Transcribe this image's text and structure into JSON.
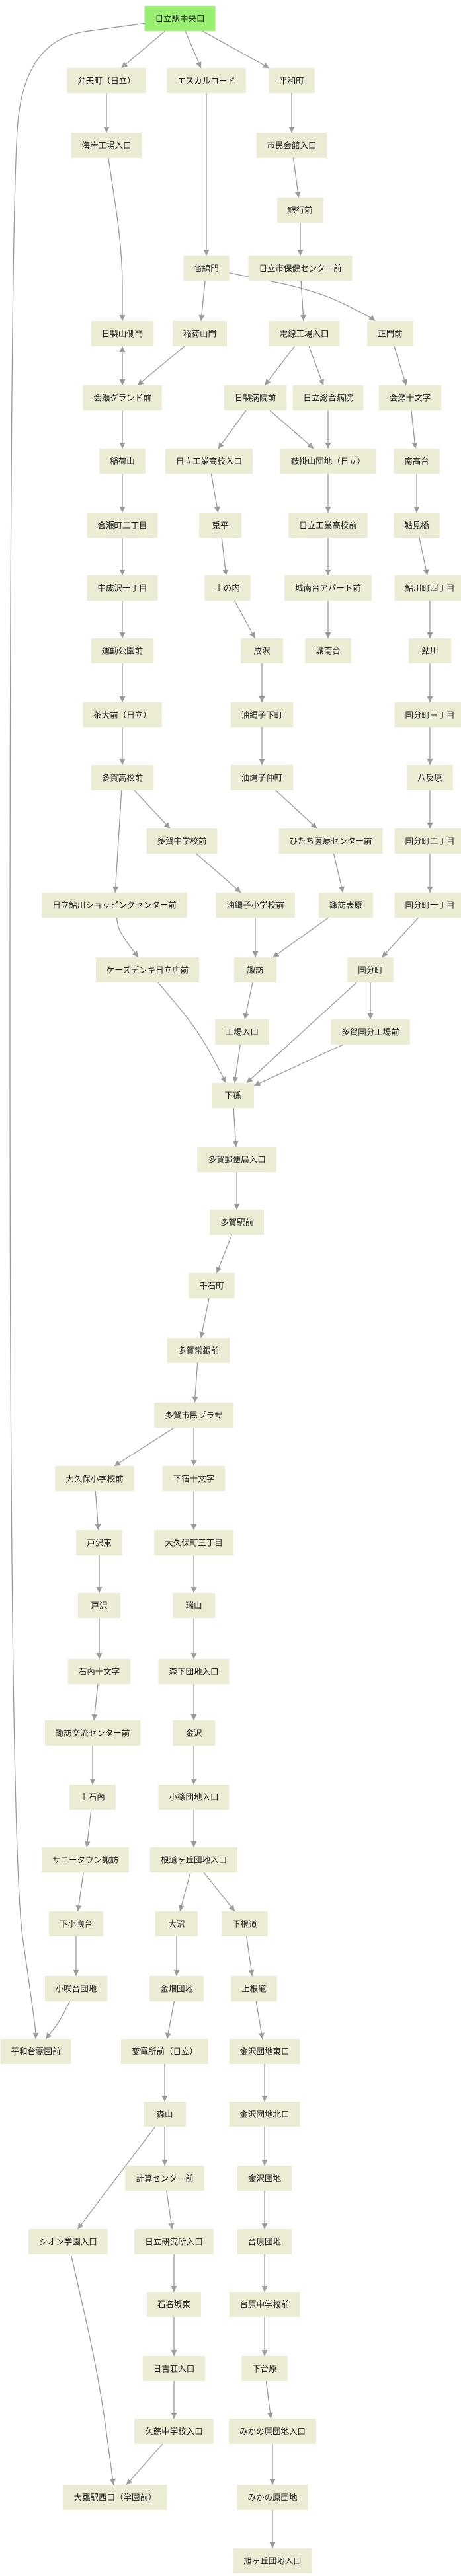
{
  "nodes": [
    {
      "id": "n0",
      "label": "日立駅中央口",
      "root": true
    },
    {
      "id": "n1",
      "label": "弁天町（日立）"
    },
    {
      "id": "n2",
      "label": "エスカルロード"
    },
    {
      "id": "n3",
      "label": "平和町"
    },
    {
      "id": "n4",
      "label": "海岸工場入口"
    },
    {
      "id": "n5",
      "label": "市民会館入口"
    },
    {
      "id": "n6",
      "label": "銀行前"
    },
    {
      "id": "n7",
      "label": "省線門"
    },
    {
      "id": "n8",
      "label": "日立市保健センター前"
    },
    {
      "id": "n9",
      "label": "日製山側門"
    },
    {
      "id": "n10",
      "label": "稲荷山門"
    },
    {
      "id": "n11",
      "label": "電線工場入口"
    },
    {
      "id": "n12",
      "label": "正門前"
    },
    {
      "id": "n13",
      "label": "会瀬グランド前"
    },
    {
      "id": "n14",
      "label": "日製病院前"
    },
    {
      "id": "n15",
      "label": "日立総合病院"
    },
    {
      "id": "n16",
      "label": "会瀬十文字"
    },
    {
      "id": "n17",
      "label": "稲荷山"
    },
    {
      "id": "n18",
      "label": "日立工業高校入口"
    },
    {
      "id": "n19",
      "label": "鞍掛山団地（日立）"
    },
    {
      "id": "n20",
      "label": "南高台"
    },
    {
      "id": "n21",
      "label": "会瀬町二丁目"
    },
    {
      "id": "n22",
      "label": "兎平"
    },
    {
      "id": "n23",
      "label": "日立工業高校前"
    },
    {
      "id": "n24",
      "label": "鮎見橋"
    },
    {
      "id": "n25",
      "label": "中成沢一丁目"
    },
    {
      "id": "n26",
      "label": "上の内"
    },
    {
      "id": "n27",
      "label": "城南台アパート前"
    },
    {
      "id": "n28",
      "label": "鮎川町四丁目"
    },
    {
      "id": "n29",
      "label": "運動公園前"
    },
    {
      "id": "n30",
      "label": "成沢"
    },
    {
      "id": "n31",
      "label": "城南台"
    },
    {
      "id": "n32",
      "label": "鮎川"
    },
    {
      "id": "n33",
      "label": "茶大前（日立）"
    },
    {
      "id": "n34",
      "label": "油縄子下町"
    },
    {
      "id": "n35",
      "label": "国分町三丁目"
    },
    {
      "id": "n36",
      "label": "多賀高校前"
    },
    {
      "id": "n37",
      "label": "油縄子仲町"
    },
    {
      "id": "n38",
      "label": "八反原"
    },
    {
      "id": "n39",
      "label": "多賀中学校前"
    },
    {
      "id": "n40",
      "label": "ひたち医療センター前"
    },
    {
      "id": "n41",
      "label": "国分町二丁目"
    },
    {
      "id": "n42",
      "label": "日立鮎川ショッピングセンター前"
    },
    {
      "id": "n43",
      "label": "油縄子小学校前"
    },
    {
      "id": "n44",
      "label": "諏訪表原"
    },
    {
      "id": "n45",
      "label": "国分町一丁目"
    },
    {
      "id": "n46",
      "label": "ケーズデンキ日立店前"
    },
    {
      "id": "n47",
      "label": "諏訪"
    },
    {
      "id": "n48",
      "label": "国分町"
    },
    {
      "id": "n49",
      "label": "工場入口"
    },
    {
      "id": "n50",
      "label": "多賀国分工場前"
    },
    {
      "id": "n51",
      "label": "下孫"
    },
    {
      "id": "n52",
      "label": "多賀郵便局入口"
    },
    {
      "id": "n53",
      "label": "多賀駅前"
    },
    {
      "id": "n54",
      "label": "千石町"
    },
    {
      "id": "n55",
      "label": "多賀常銀前"
    },
    {
      "id": "n56",
      "label": "多賀市民プラザ"
    },
    {
      "id": "n57",
      "label": "大久保小学校前"
    },
    {
      "id": "n58",
      "label": "下宿十文字"
    },
    {
      "id": "n59",
      "label": "戸沢東"
    },
    {
      "id": "n60",
      "label": "大久保町三丁目"
    },
    {
      "id": "n61",
      "label": "戸沢"
    },
    {
      "id": "n62",
      "label": "瑞山"
    },
    {
      "id": "n63",
      "label": "石內十文字"
    },
    {
      "id": "n64",
      "label": "森下団地入口"
    },
    {
      "id": "n65",
      "label": "諏訪交流センター前"
    },
    {
      "id": "n66",
      "label": "金沢"
    },
    {
      "id": "n67",
      "label": "上石內"
    },
    {
      "id": "n68",
      "label": "小篠団地入口"
    },
    {
      "id": "n69",
      "label": "サニータウン諏訪"
    },
    {
      "id": "n70",
      "label": "根道ヶ丘団地入口"
    },
    {
      "id": "n71",
      "label": "下小咲台"
    },
    {
      "id": "n72",
      "label": "大沼"
    },
    {
      "id": "n73",
      "label": "下根道"
    },
    {
      "id": "n74",
      "label": "小咲台団地"
    },
    {
      "id": "n75",
      "label": "金畑団地"
    },
    {
      "id": "n76",
      "label": "上根道"
    },
    {
      "id": "n77",
      "label": "平和台霊園前"
    },
    {
      "id": "n78",
      "label": "変電所前（日立）"
    },
    {
      "id": "n79",
      "label": "金沢団地東口"
    },
    {
      "id": "n80",
      "label": "森山"
    },
    {
      "id": "n81",
      "label": "金沢団地北口"
    },
    {
      "id": "n82",
      "label": "計算センター前"
    },
    {
      "id": "n83",
      "label": "金沢団地"
    },
    {
      "id": "n84",
      "label": "シオン学園入口"
    },
    {
      "id": "n85",
      "label": "日立研究所入口"
    },
    {
      "id": "n86",
      "label": "台原団地"
    },
    {
      "id": "n87",
      "label": "石名坂東"
    },
    {
      "id": "n88",
      "label": "台原中学校前"
    },
    {
      "id": "n89",
      "label": "日吉荘入口"
    },
    {
      "id": "n90",
      "label": "下台原"
    },
    {
      "id": "n91",
      "label": "久慈中学校入口"
    },
    {
      "id": "n92",
      "label": "みかの原団地入口"
    },
    {
      "id": "n93",
      "label": "大甕駅西口（学園前）"
    },
    {
      "id": "n94",
      "label": "みかの原団地"
    },
    {
      "id": "n95",
      "label": "旭ヶ丘団地入口"
    }
  ],
  "edges": [
    [
      "n0",
      "n1"
    ],
    [
      "n0",
      "n2"
    ],
    [
      "n0",
      "n3"
    ],
    [
      "n0",
      "n77"
    ],
    [
      "n1",
      "n4"
    ],
    [
      "n4",
      "n9"
    ],
    [
      "n2",
      "n7"
    ],
    [
      "n3",
      "n5"
    ],
    [
      "n5",
      "n6"
    ],
    [
      "n6",
      "n8"
    ],
    [
      "n7",
      "n10"
    ],
    [
      "n7",
      "n12"
    ],
    [
      "n8",
      "n11"
    ],
    [
      "n9",
      "n13"
    ],
    [
      "n13",
      "n9"
    ],
    [
      "n10",
      "n13"
    ],
    [
      "n11",
      "n14"
    ],
    [
      "n11",
      "n15"
    ],
    [
      "n12",
      "n16"
    ],
    [
      "n16",
      "n20"
    ],
    [
      "n20",
      "n24"
    ],
    [
      "n24",
      "n28"
    ],
    [
      "n28",
      "n32"
    ],
    [
      "n32",
      "n35"
    ],
    [
      "n35",
      "n38"
    ],
    [
      "n38",
      "n41"
    ],
    [
      "n41",
      "n45"
    ],
    [
      "n45",
      "n48"
    ],
    [
      "n48",
      "n50"
    ],
    [
      "n48",
      "n51"
    ],
    [
      "n50",
      "n51"
    ],
    [
      "n13",
      "n17"
    ],
    [
      "n17",
      "n21"
    ],
    [
      "n21",
      "n25"
    ],
    [
      "n25",
      "n29"
    ],
    [
      "n29",
      "n33"
    ],
    [
      "n33",
      "n36"
    ],
    [
      "n36",
      "n39"
    ],
    [
      "n36",
      "n42"
    ],
    [
      "n39",
      "n43"
    ],
    [
      "n43",
      "n47"
    ],
    [
      "n14",
      "n18"
    ],
    [
      "n14",
      "n19"
    ],
    [
      "n15",
      "n19"
    ],
    [
      "n18",
      "n22"
    ],
    [
      "n22",
      "n26"
    ],
    [
      "n26",
      "n30"
    ],
    [
      "n30",
      "n34"
    ],
    [
      "n34",
      "n37"
    ],
    [
      "n37",
      "n40"
    ],
    [
      "n40",
      "n44"
    ],
    [
      "n44",
      "n47"
    ],
    [
      "n19",
      "n23"
    ],
    [
      "n23",
      "n27"
    ],
    [
      "n27",
      "n31"
    ],
    [
      "n47",
      "n49"
    ],
    [
      "n49",
      "n51"
    ],
    [
      "n42",
      "n46"
    ],
    [
      "n46",
      "n51"
    ],
    [
      "n51",
      "n52"
    ],
    [
      "n52",
      "n53"
    ],
    [
      "n53",
      "n54"
    ],
    [
      "n54",
      "n55"
    ],
    [
      "n55",
      "n56"
    ],
    [
      "n56",
      "n57"
    ],
    [
      "n56",
      "n58"
    ],
    [
      "n57",
      "n59"
    ],
    [
      "n59",
      "n61"
    ],
    [
      "n61",
      "n63"
    ],
    [
      "n63",
      "n65"
    ],
    [
      "n65",
      "n67"
    ],
    [
      "n67",
      "n69"
    ],
    [
      "n69",
      "n71"
    ],
    [
      "n71",
      "n74"
    ],
    [
      "n74",
      "n77"
    ],
    [
      "n58",
      "n60"
    ],
    [
      "n60",
      "n62"
    ],
    [
      "n62",
      "n64"
    ],
    [
      "n64",
      "n66"
    ],
    [
      "n66",
      "n68"
    ],
    [
      "n68",
      "n70"
    ],
    [
      "n70",
      "n72"
    ],
    [
      "n70",
      "n73"
    ],
    [
      "n72",
      "n75"
    ],
    [
      "n75",
      "n78"
    ],
    [
      "n78",
      "n80"
    ],
    [
      "n80",
      "n82"
    ],
    [
      "n80",
      "n84"
    ],
    [
      "n82",
      "n85"
    ],
    [
      "n85",
      "n87"
    ],
    [
      "n87",
      "n89"
    ],
    [
      "n89",
      "n91"
    ],
    [
      "n91",
      "n93"
    ],
    [
      "n84",
      "n93"
    ],
    [
      "n73",
      "n76"
    ],
    [
      "n76",
      "n79"
    ],
    [
      "n79",
      "n81"
    ],
    [
      "n81",
      "n83"
    ],
    [
      "n83",
      "n86"
    ],
    [
      "n86",
      "n88"
    ],
    [
      "n88",
      "n90"
    ],
    [
      "n90",
      "n92"
    ],
    [
      "n92",
      "n94"
    ],
    [
      "n94",
      "n95"
    ]
  ]
}
